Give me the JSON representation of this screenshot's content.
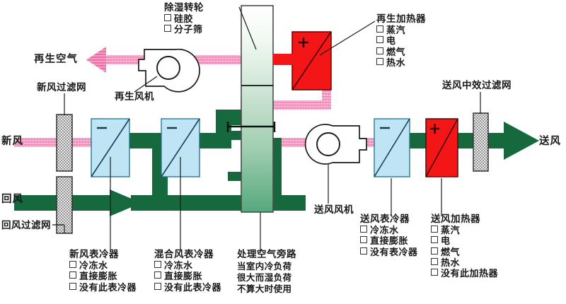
{
  "diagram": {
    "title_semantic": "desiccant-wheel-dehumidification-air-handling-schematic",
    "colors": {
      "green_duct": "#15693c",
      "green_duct_dark": "#0f5732",
      "pink_duct": "#f3a8c4",
      "pink_arrow": "#ef7fb0",
      "red_heater": "#f41616",
      "blue_coil": "#bfe4f4",
      "wheel_top": "#f2f8f3",
      "wheel_bottom": "#5aa87e",
      "filter_fill": "#e9e9e9",
      "outline": "#333333"
    }
  },
  "flow_labels": {
    "regen_air": "再生空气",
    "fresh_air": "新风",
    "return_air": "回风",
    "supply_air": "送风"
  },
  "callouts": {
    "wheel": {
      "title": "除湿转轮",
      "options": [
        "硅胶",
        "分子筛"
      ]
    },
    "regen_heater": {
      "title": "再生加热器",
      "options": [
        "蒸汽",
        "电",
        "燃气",
        "热水"
      ]
    },
    "regen_fan": {
      "title": "再生风机"
    },
    "fresh_filter": {
      "title": "新风过滤网"
    },
    "return_filter": {
      "title": "回风过滤网"
    },
    "supply_medium_filter": {
      "title": "送风中效过滤网"
    },
    "supply_fan": {
      "title": "送风风机"
    },
    "fresh_coil": {
      "title": "新风表冷器",
      "options": [
        "冷冻水",
        "直接膨胀",
        "没有此表冷器"
      ]
    },
    "mixed_coil": {
      "title": "混合风表冷器",
      "options": [
        "冷冻水",
        "直接膨胀",
        "没有此表冷器"
      ]
    },
    "bypass": {
      "title": "处理空气旁路",
      "note_lines": [
        "当室内冷负荷",
        "很大而湿负荷",
        "不算大时使用"
      ]
    },
    "supply_coil": {
      "title": "送风表冷器",
      "options": [
        "冷冻水",
        "直接膨胀",
        "没有表冷器"
      ]
    },
    "supply_heater": {
      "title": "送风加热器",
      "options": [
        "蒸汽",
        "电",
        "燃气",
        "热水",
        "没有此加热器"
      ]
    }
  },
  "symbols": {
    "heater_sign": "+",
    "cooler_sign": "−"
  }
}
